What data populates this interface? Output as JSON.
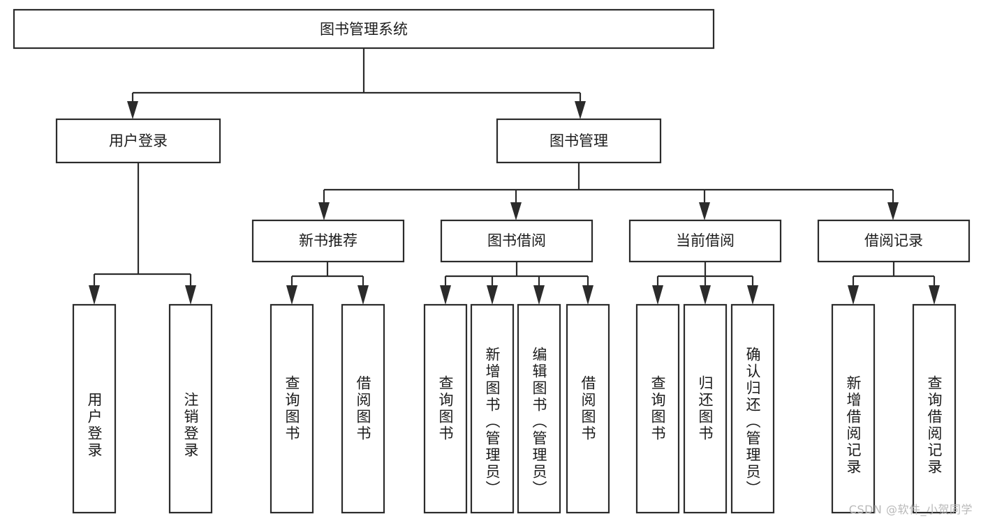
{
  "diagram": {
    "type": "tree",
    "title": "图书管理系统",
    "watermark": "CSDN @软件_小贺同学",
    "root": {
      "label": "图书管理系统"
    },
    "level2": [
      {
        "label": "用户登录"
      },
      {
        "label": "图书管理"
      }
    ],
    "level3": [
      {
        "label": "新书推荐"
      },
      {
        "label": "图书借阅"
      },
      {
        "label": "当前借阅"
      },
      {
        "label": "借阅记录"
      }
    ],
    "leaves": {
      "user_login": [
        {
          "label": "用户登录"
        },
        {
          "label": "注销登录"
        }
      ],
      "new_book_recommend": [
        {
          "label": "查询图书"
        },
        {
          "label": "借阅图书"
        }
      ],
      "book_borrow": [
        {
          "label": "查询图书"
        },
        {
          "label": "新增图书（管理员）"
        },
        {
          "label": "编辑图书（管理员）"
        },
        {
          "label": "借阅图书"
        }
      ],
      "current_borrow": [
        {
          "label": "查询图书"
        },
        {
          "label": "归还图书"
        },
        {
          "label": "确认归还（管理员）"
        }
      ],
      "borrow_record": [
        {
          "label": "新增借阅记录"
        },
        {
          "label": "查询借阅记录"
        }
      ]
    }
  },
  "colors": {
    "stroke": "#2b2b2b",
    "fill": "#ffffff",
    "text": "#1b1b1b",
    "watermark": "#b9b9b9"
  }
}
